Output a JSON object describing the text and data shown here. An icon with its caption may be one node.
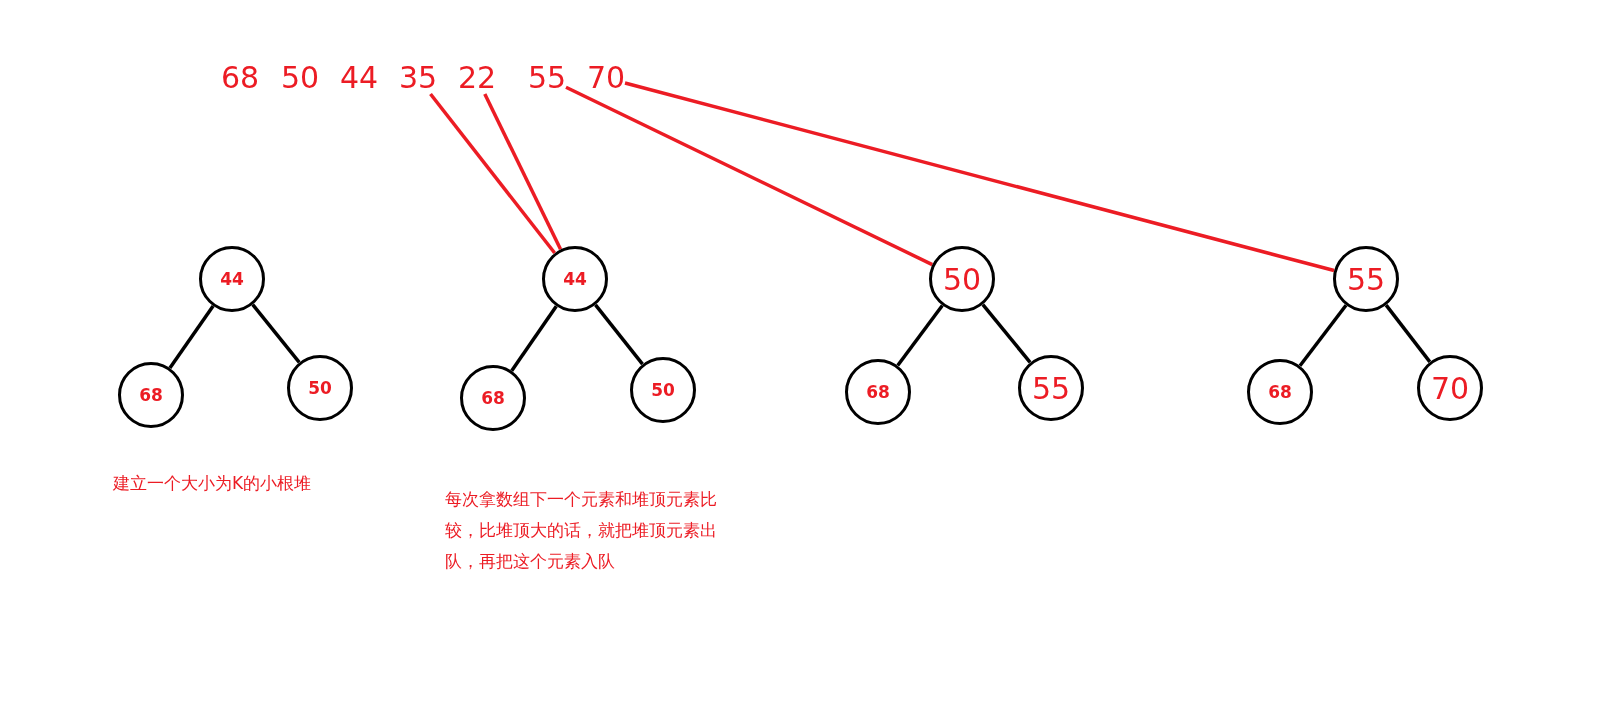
{
  "diagram": {
    "nodes": [
      {
        "text": [
          "68"
        ]
      },
      {
        "text": [
          "50"
        ]
      },
      {
        "text": [
          "44"
        ]
      },
      {
        "text": [
          "35"
        ]
      },
      {
        "text": [
          "22"
        ]
      },
      {
        "text": [
          "55"
        ]
      },
      {
        "text": [
          "70"
        ]
      },
      {
        "text": [
          "44"
        ]
      },
      {
        "text": [
          "68"
        ]
      },
      {
        "text": [
          "50"
        ]
      },
      {
        "text": [
          "44"
        ]
      },
      {
        "text": [
          "68"
        ]
      },
      {
        "text": [
          "50"
        ]
      },
      {
        "text": [
          "50"
        ]
      },
      {
        "text": [
          "68"
        ]
      },
      {
        "text": [
          "55"
        ]
      },
      {
        "text": [
          "55"
        ]
      },
      {
        "text": [
          "68"
        ]
      },
      {
        "text": [
          "70"
        ]
      }
    ],
    "edges": [
      {
        "from": 7,
        "to": 8,
        "arrow": "none"
      },
      {
        "from": 7,
        "to": 9,
        "arrow": "none"
      },
      {
        "from": 10,
        "to": 11,
        "arrow": "none"
      },
      {
        "from": 10,
        "to": 12,
        "arrow": "none"
      },
      {
        "from": 13,
        "to": 14,
        "arrow": "none"
      },
      {
        "from": 13,
        "to": 15,
        "arrow": "none"
      },
      {
        "from": 16,
        "to": 17,
        "arrow": "none"
      },
      {
        "from": 16,
        "to": 18,
        "arrow": "none"
      },
      {
        "from": 3,
        "to": 10,
        "arrow": "none",
        "color": "#ec1c24"
      },
      {
        "from": 4,
        "to": 10,
        "arrow": "none",
        "color": "#ec1c24"
      },
      {
        "from": 5,
        "to": 13,
        "arrow": "none",
        "color": "#ec1c24"
      },
      {
        "from": 6,
        "to": 16,
        "arrow": "none",
        "color": "#ec1c24"
      }
    ],
    "labels": [
      "建立一个大小为K的小根堆",
      "每次拿数组下一个元素和堆顶元素比较，比堆顶大的话，就把堆顶元素出队，再把这个元素入队"
    ]
  }
}
